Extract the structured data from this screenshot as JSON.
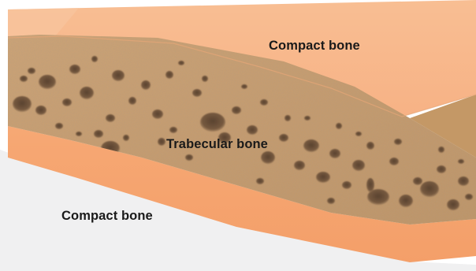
{
  "labels": {
    "top_layer": "Compact bone",
    "middle_layer": "Trabecular bone",
    "bottom_layer": "Compact bone"
  },
  "colors": {
    "background": "#ffffff",
    "cortex_top": "#f7b98c",
    "cortex_bottom": "#f5a977",
    "trabecular": "#c89a6a",
    "pores": "#6f5641",
    "bottom_gray": "#f0f0f1"
  }
}
